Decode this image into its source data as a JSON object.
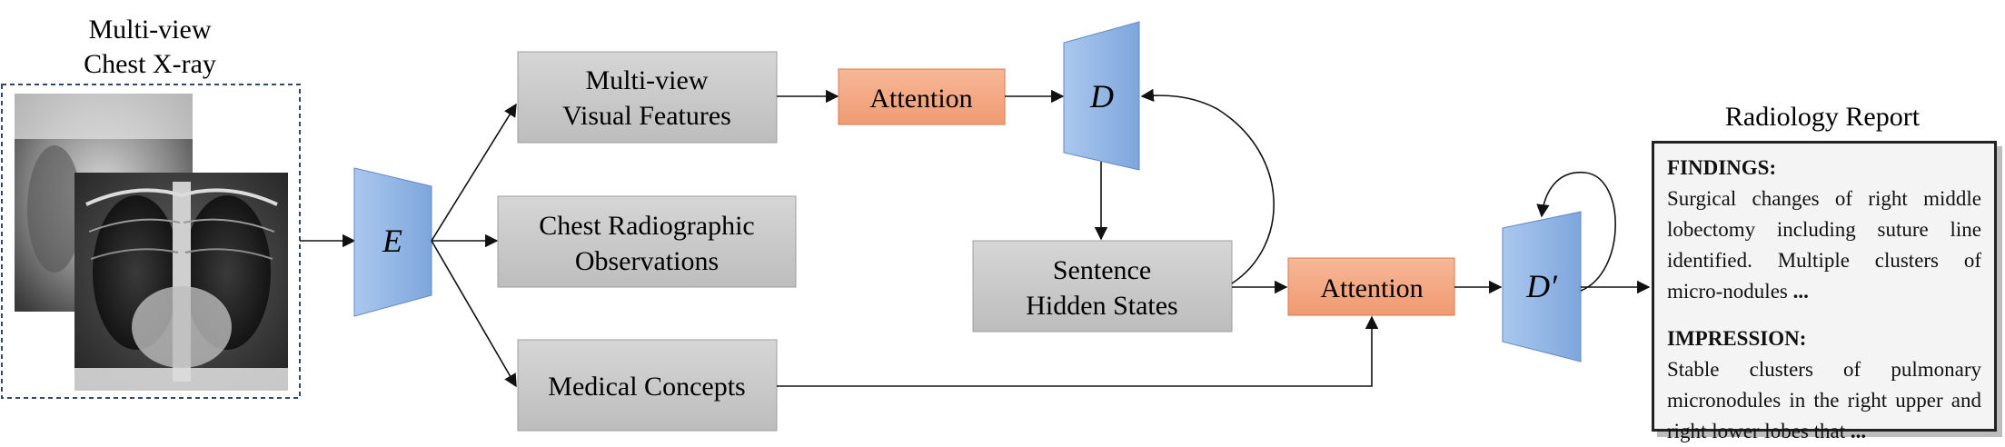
{
  "input": {
    "title_line1": "Multi-view",
    "title_line2": "Chest X-ray"
  },
  "encoder": {
    "label": "E"
  },
  "features": {
    "visual_line1": "Multi-view",
    "visual_line2": "Visual Features",
    "observations_line1": "Chest Radiographic",
    "observations_line2": "Observations",
    "concepts": "Medical Concepts"
  },
  "attention_top": {
    "label": "Attention"
  },
  "attention_bottom": {
    "label": "Attention"
  },
  "decoder_top": {
    "label": "D"
  },
  "decoder_bottom": {
    "label": "D′"
  },
  "hidden_states": {
    "line1": "Sentence",
    "line2": "Hidden States"
  },
  "report": {
    "title": "Radiology Report",
    "findings_header": "FINDINGS:",
    "findings_text": "Surgical changes of right middle lobectomy including suture line identified. Multiple clusters of micro-nodules",
    "findings_ellipsis": "...",
    "impression_header": "IMPRESSION:",
    "impression_text": "Stable clusters of pulmonary micronodules in the right upper and right lower lobes that",
    "impression_ellipsis": "..."
  },
  "colors": {
    "encoder_blue": "#8fb4e3",
    "attention_orange": "#f4a27e",
    "box_gray": "#c9c9c9",
    "dashed_border": "#2f4a6e"
  }
}
